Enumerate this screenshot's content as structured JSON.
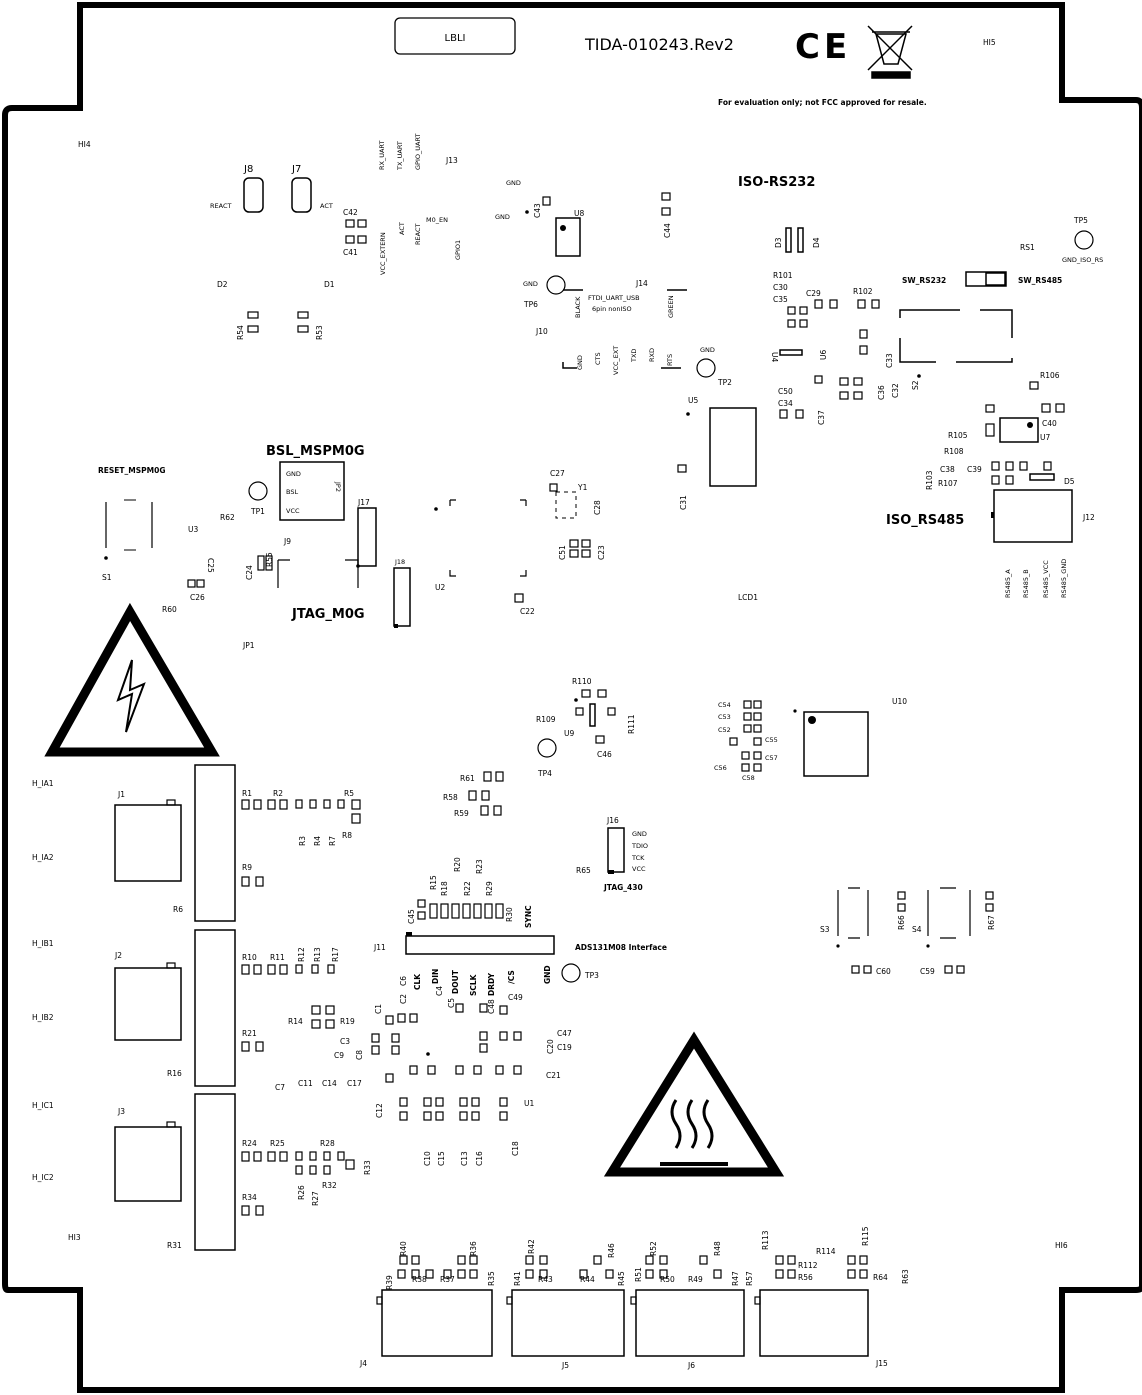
{
  "board": {
    "lbl_box": "LBLI",
    "board_name": "TIDA-010243.Rev2",
    "ce_mark": "CE",
    "disclaimer": "For evaluation only; not FCC approved for resale.",
    "holes": [
      "HI5",
      "HI4",
      "HI3",
      "HI6"
    ]
  },
  "sections": {
    "iso_rs232": "ISO-RS232",
    "iso_rs485": "ISO_RS485",
    "bsl": "BSL_MSPM0G",
    "reset": "RESET_MSPM0G",
    "jtag_m0g": "JTAG_M0G",
    "jtag_430": "JTAG_430",
    "ads_if": "ADS131M08 Interface",
    "ftdi": "FTDI_UART_USB",
    "ftdi_sub": "6pin nonISO",
    "sw_rs232": "SW_RS232",
    "sw_rs485": "SW_RS485"
  },
  "connectors": {
    "j8": "J8",
    "j7": "J7",
    "j13": "J13",
    "j14": "J14",
    "j10": "J10",
    "j17": "J17",
    "j18": "J18",
    "j9": "J9",
    "j1": "J1",
    "j2": "J2",
    "j3": "J3",
    "j11": "J11",
    "j16": "J16",
    "j12": "J12",
    "j4": "J4",
    "j5": "J5",
    "j6": "J6",
    "j15": "J15",
    "jp1": "JP1",
    "jp2": "JP2"
  },
  "pins": {
    "react": "REACT",
    "act": "ACT",
    "j13": [
      "RX_UART",
      "TX_UART",
      "GPIO_UART"
    ],
    "j13b": [
      "VCC_EXTERN",
      "ACT",
      "REACT",
      "M0_EN",
      "GPIO1"
    ],
    "bsl": [
      "GND",
      "BSL",
      "VCC"
    ],
    "ftdi_top": [
      "BLACK",
      "GREEN"
    ],
    "ftdi_bot": [
      "GND",
      "CTS",
      "VCC_EXT",
      "TXD",
      "RXD",
      "RTS"
    ],
    "jtag430": [
      "GND",
      "TDIO",
      "TCK",
      "VCC"
    ],
    "ads": [
      "CLK",
      "DIN",
      "DOUT",
      "SCLK",
      "DRDY",
      "/CS",
      "GND",
      "SYNC"
    ],
    "rs485": [
      "RS485_A",
      "RS485_B",
      "RS485_VCC",
      "RS485_GND"
    ],
    "gnd": "GND",
    "gnd_iso": "GND_ISO_RS"
  },
  "inputs": [
    "H_IA1",
    "H_IA2",
    "H_IB1",
    "H_IB2",
    "H_IC1",
    "H_IC2"
  ],
  "parts": {
    "u": [
      "U8",
      "U5",
      "U4",
      "U6",
      "U7",
      "U3",
      "U2",
      "U9",
      "U1",
      "U10",
      "Y1",
      "LCD1",
      "RS1"
    ],
    "tp": [
      "TP5",
      "TP6",
      "TP2",
      "TP1",
      "TP4",
      "TP3"
    ],
    "d": [
      "D2",
      "D1",
      "D3",
      "D4",
      "D5"
    ],
    "s": [
      "S1",
      "S2",
      "S3",
      "S4"
    ],
    "r_top": [
      "R54",
      "R53",
      "R101",
      "R102",
      "R106",
      "R105",
      "R108",
      "R103",
      "R107",
      "R62",
      "R55",
      "R60"
    ],
    "c_top": [
      "C42",
      "C41",
      "C43",
      "C44",
      "C30",
      "C35",
      "C29",
      "C33",
      "C36",
      "C32",
      "C50",
      "C34",
      "C37",
      "C40",
      "C38",
      "C39",
      "C27",
      "C28",
      "C31",
      "C51",
      "C23",
      "C22",
      "C24",
      "C25",
      "C26"
    ],
    "mid": [
      "R110",
      "R109",
      "R111",
      "C46",
      "C54",
      "C53",
      "C52",
      "C55",
      "C56",
      "C57",
      "C58",
      "R61",
      "R58",
      "R59",
      "R65",
      "R66",
      "R67",
      "C60",
      "C59"
    ],
    "r_ia": [
      "R1",
      "R2",
      "R5",
      "R3",
      "R4",
      "R7",
      "R8",
      "R9",
      "R6"
    ],
    "r_ib": [
      "R10",
      "R11",
      "R12",
      "R13",
      "R17",
      "R14",
      "R19",
      "R21",
      "R16"
    ],
    "r_ic": [
      "R24",
      "R25",
      "R28",
      "R26",
      "R27",
      "R32",
      "R33",
      "R34",
      "R31"
    ],
    "r_ads": [
      "R15",
      "R18",
      "R20",
      "R22",
      "R23",
      "R29",
      "R30",
      "C45"
    ],
    "c_ads": [
      "C1",
      "C2",
      "C6",
      "C4",
      "C5",
      "C48",
      "C49",
      "C3",
      "C9",
      "C8",
      "C20",
      "C47",
      "C19",
      "C7",
      "C11",
      "C14",
      "C17",
      "C21",
      "C12",
      "C10",
      "C15",
      "C13",
      "C16",
      "C18"
    ],
    "r_bottom": [
      "R40",
      "R36",
      "R39",
      "R38",
      "R37",
      "R35",
      "R42",
      "R41",
      "R43",
      "R46",
      "R44",
      "R45",
      "R52",
      "R51",
      "R50",
      "R48",
      "R49",
      "R47",
      "R113",
      "R115",
      "R57",
      "R112",
      "R114",
      "R56",
      "R64",
      "R63"
    ]
  },
  "colors": {
    "ink": "#000000",
    "paper": "#ffffff"
  }
}
